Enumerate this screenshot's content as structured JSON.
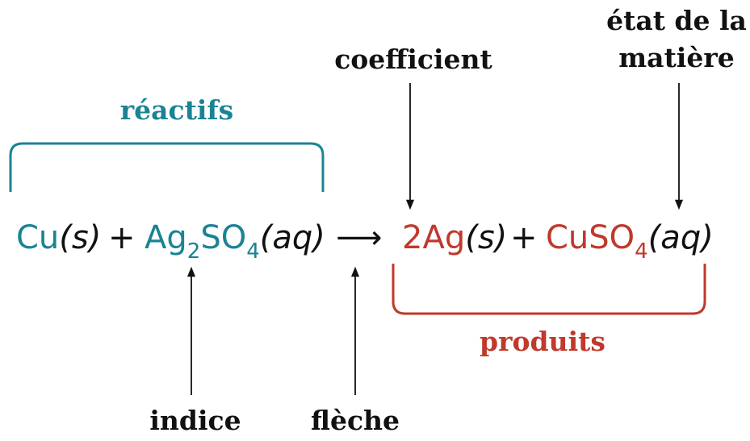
{
  "colors": {
    "reactant": "#1a8394",
    "product": "#c0392b",
    "text": "#111111"
  },
  "labels": {
    "reactifs": "réactifs",
    "produits": "produits",
    "coefficient": "coefficient",
    "etat_line1": "état de la",
    "etat_line2": "matière",
    "indice": "indice",
    "fleche": "flèche"
  },
  "equation": {
    "cu": "Cu",
    "cu_state": "(s)",
    "plus1": "+",
    "ag": "Ag",
    "ag_sub": "2",
    "so": "SO",
    "so_sub": "4",
    "aq1": "(aq)",
    "arrow": "⟶",
    "coef": "2",
    "ag2": "Ag",
    "ag2_state": "(s)",
    "plus2": "+",
    "cuso": "CuSO",
    "cuso_sub": "4",
    "aq2": "(aq)"
  }
}
